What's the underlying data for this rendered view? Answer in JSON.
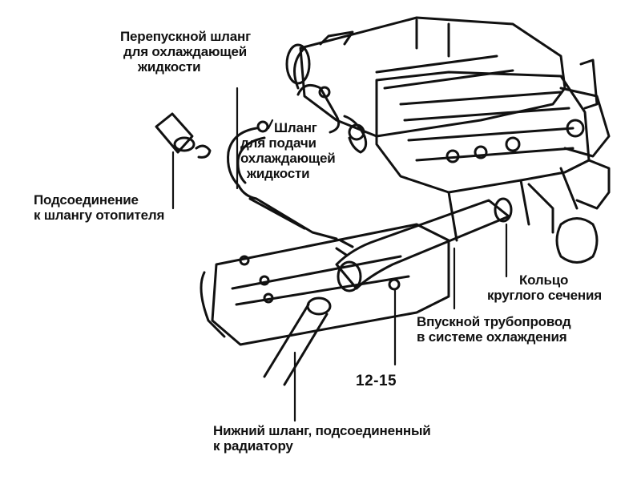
{
  "labels": {
    "bypass_hose": [
      "Перепускной шланг",
      "для охлаждающей",
      "жидкости"
    ],
    "supply_hose": [
      "Шланг",
      "для подачи",
      "охлаждающей",
      "жидкости"
    ],
    "heater_connection": [
      "Подсоединение",
      "к шлангу отопителя"
    ],
    "o_ring": [
      "Кольцо",
      "круглого сечения"
    ],
    "inlet_pipe": [
      "Впускной трубопровод",
      "в системе охлаждения"
    ],
    "torque": "12-15",
    "lower_hose": [
      "Нижний шланг, подсоединенный",
      "к радиатору"
    ]
  }
}
